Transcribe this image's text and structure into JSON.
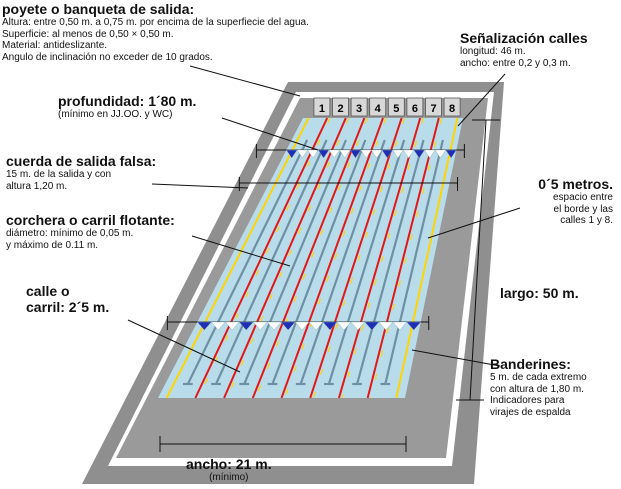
{
  "colors": {
    "deck": "#8f8f8f",
    "border": "#ffffff",
    "water": "#b9dceb",
    "lane_rope": "#e01818",
    "lane_edge": "#ffd400",
    "pennant": "#1f2fb5",
    "block": "#d8d8d8"
  },
  "blocks": [
    "1",
    "2",
    "3",
    "4",
    "5",
    "6",
    "7",
    "8"
  ],
  "labels": {
    "poyete": {
      "title": "poyete o banqueta de salida:",
      "lines": [
        "Altura: entre 0,50 m. a 0,75 m. por encima de la superfiecie del agua.",
        "Superficie: al menos de 0,50 × 0,50 m.",
        "Material: antideslizante.",
        "Angulo de inclinación no exceder de 10 grados."
      ]
    },
    "senalizacion": {
      "title": "Señalización calles",
      "lines": [
        "longitud: 46 m.",
        "ancho: entre 0,2 y 0,3 m."
      ]
    },
    "profundidad": {
      "title": "profundidad: 1´80 m.",
      "lines": [
        "(mínimo en JJ.OO. y WC)"
      ]
    },
    "cuerda": {
      "title": "cuerda de salida falsa:",
      "lines": [
        "15 m. de la salida y con",
        "altura 1,20 m."
      ]
    },
    "cero5": {
      "title": "0´5 metros.",
      "lines": [
        "espacio entre",
        "el borde y las",
        "calles 1 y 8."
      ]
    },
    "corchera": {
      "title": "corchera o carril flotante:",
      "lines": [
        "diámetro: mínimo de 0,05 m.",
        "y máximo de 0.11 m."
      ]
    },
    "calle": {
      "title_lines": [
        "calle o",
        "carril: 2´5 m."
      ]
    },
    "largo": {
      "title": "largo: 50 m."
    },
    "banderines": {
      "title": "Banderines:",
      "lines": [
        "5 m. de cada extremo",
        "con altura de 1,80 m.",
        "Indicadores para",
        "virajes de espalda"
      ]
    },
    "ancho": {
      "title": "ancho: 21 m.",
      "note": "(mínimo)"
    }
  }
}
